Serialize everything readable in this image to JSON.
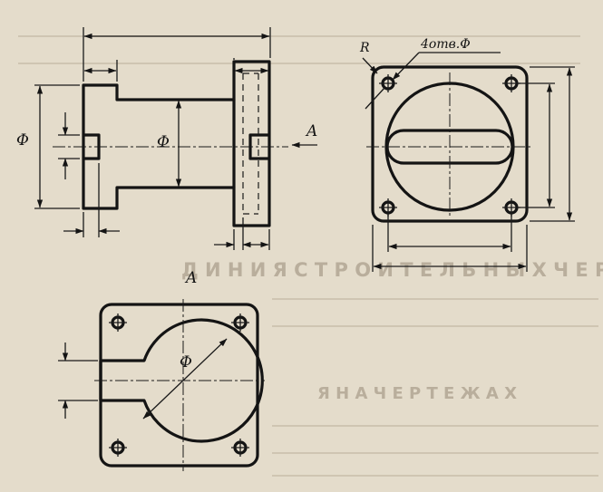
{
  "labels": {
    "view_arrow_letter": "A",
    "view_title_letter": "A",
    "diameter_symbol": "Φ",
    "radius_symbol": "R",
    "holes_note": "4отв.Φ"
  },
  "colors": {
    "paper": "#e4dccb",
    "ink": "#141414",
    "background_print": "#b9ae9c"
  },
  "background_text": {
    "heading_1": "Д И Н И Я   С Т Р О И Т Е Л Ь Н Ы Х   Ч Е Р Т Е Ж Е Й",
    "heading_2": "Я   Н А   Ч Е Р Т Е Ж А Х"
  }
}
